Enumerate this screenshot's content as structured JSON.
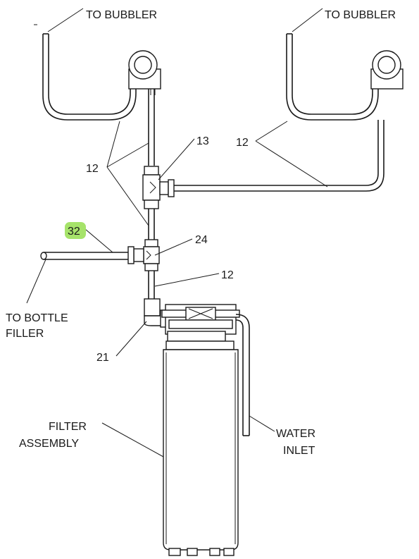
{
  "labels": {
    "to_bubbler_left": "TO BUBBLER",
    "to_bubbler_right": "TO BUBBLER",
    "to_bottle_filler_line1": "TO BOTTLE",
    "to_bottle_filler_line2": "FILLER",
    "filter_assembly_line1": "FILTER",
    "filter_assembly_line2": "ASSEMBLY",
    "water_inlet_line1": "WATER",
    "water_inlet_line2": "INLET"
  },
  "callouts": {
    "tube_left_12": "12",
    "tee_13": "13",
    "tube_right_12": "12",
    "highlighted_32": "32",
    "tee_24": "24",
    "tube_lower_12": "12",
    "elbow_21": "21"
  },
  "colors": {
    "line": "#1a1a1a",
    "highlight": "#a6e36a"
  }
}
